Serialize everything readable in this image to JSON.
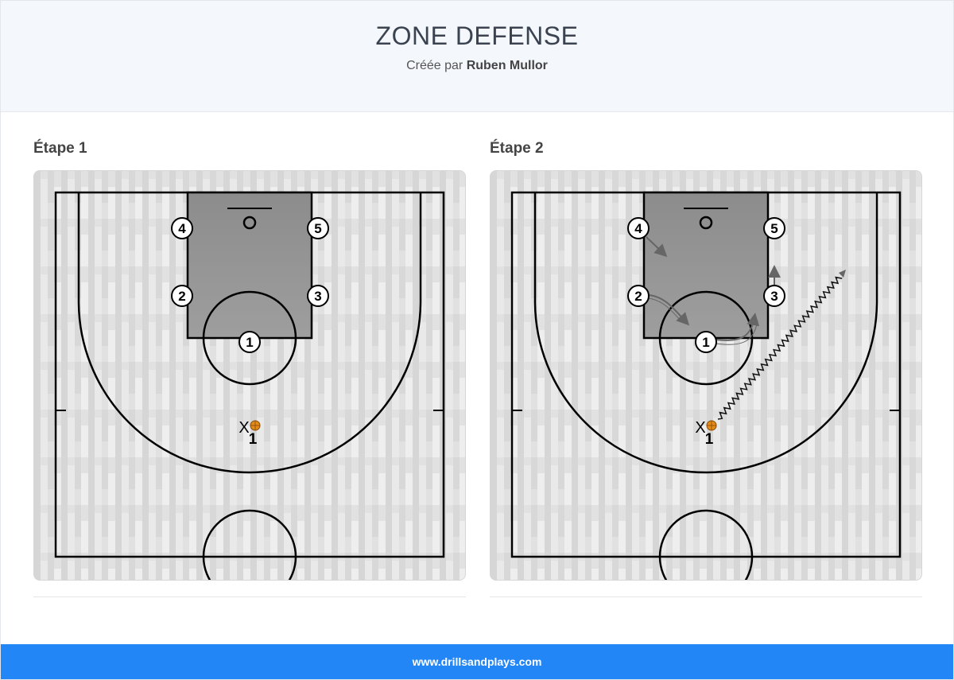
{
  "header": {
    "title": "ZONE DEFENSE",
    "created_prefix": "Créée par",
    "author": "Ruben Mullor"
  },
  "steps": [
    {
      "title": "Étape 1",
      "defenders": [
        "4",
        "5",
        "2",
        "3",
        "1"
      ],
      "attacker": {
        "mark": "X",
        "number": "1"
      }
    },
    {
      "title": "Étape 2",
      "defenders": [
        "4",
        "5",
        "2",
        "3",
        "1"
      ],
      "attacker": {
        "mark": "X",
        "number": "1"
      }
    }
  ],
  "footer": {
    "site": "www.drillsandplays.com"
  },
  "colors": {
    "footer": "#2386f7",
    "lane": "#8a8a8a",
    "court_lines": "#000000",
    "ball": "#e08b1c",
    "move_arrow": "#666666"
  },
  "icons": [
    "basketball-icon",
    "hoop-icon"
  ]
}
